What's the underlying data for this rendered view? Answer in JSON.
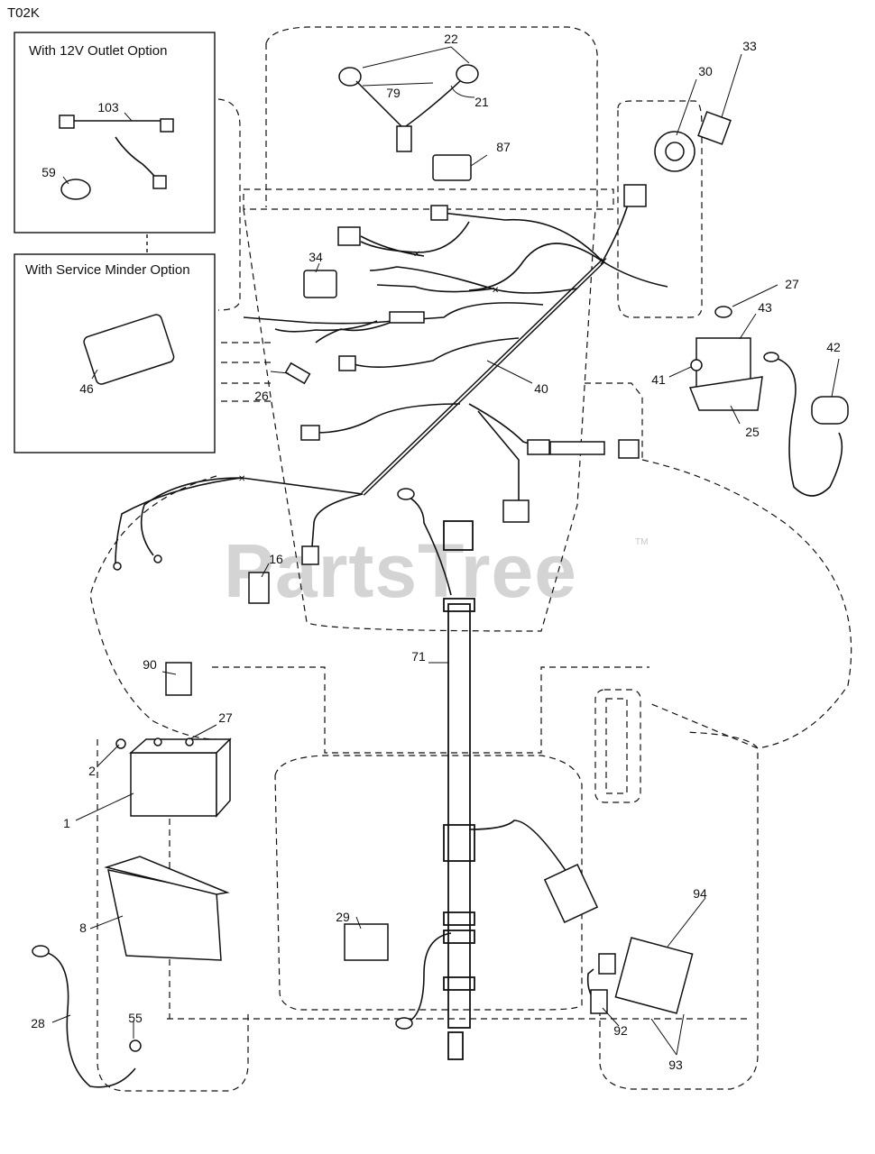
{
  "diagram_code": "T02K",
  "watermark": "PartsTree",
  "trademark": "TM",
  "insets": [
    {
      "title": "With 12V Outlet Option"
    },
    {
      "title": "With Service Minder Option"
    }
  ],
  "callouts": [
    "22",
    "79",
    "21",
    "33",
    "30",
    "87",
    "103",
    "59",
    "34",
    "27",
    "43",
    "42",
    "41",
    "25",
    "26",
    "40",
    "46",
    "16",
    "90",
    "71",
    "27",
    "2",
    "1",
    "8",
    "29",
    "94",
    "28",
    "55",
    "92",
    "93"
  ],
  "colors": {
    "line": "#111111",
    "watermark": "#d4d4d4",
    "background": "#ffffff"
  }
}
